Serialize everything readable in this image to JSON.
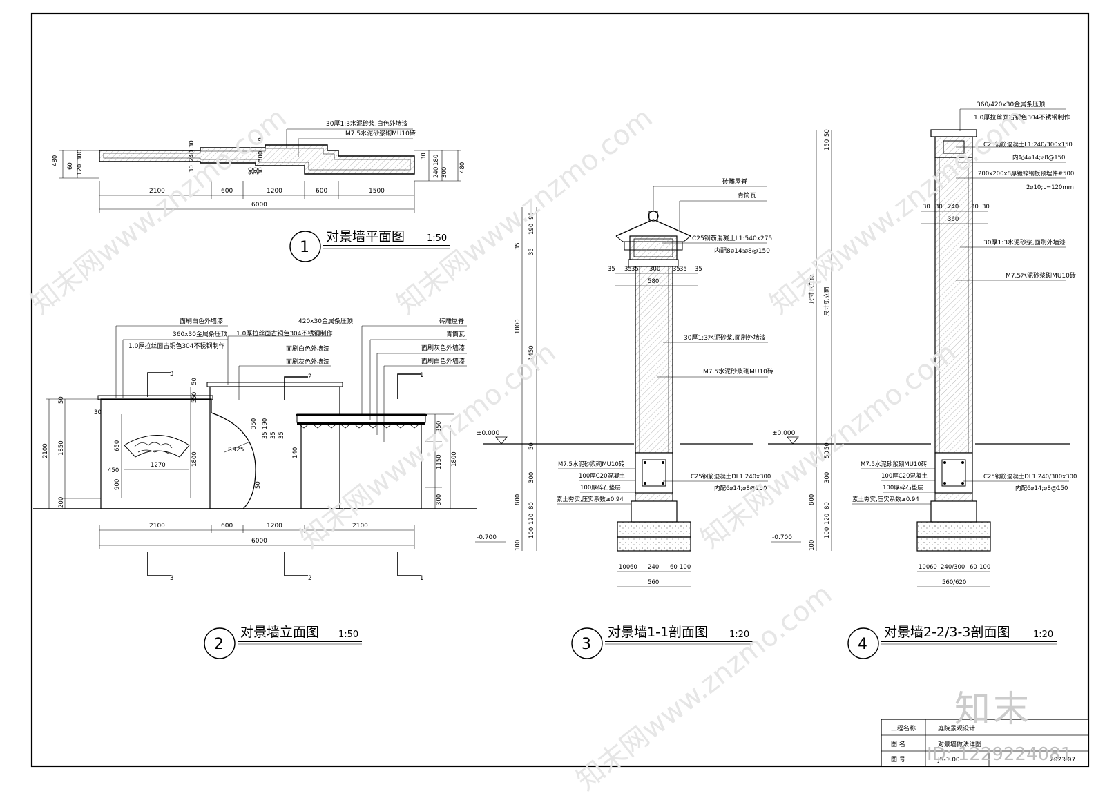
{
  "watermark": {
    "text": "知末网www.znzmo.com",
    "brand": "知末",
    "id": "ID: 1229224081"
  },
  "plan": {
    "num": "1",
    "title": "对景墙平面图",
    "scale": "1:50",
    "notes": [
      "30厚1:3水泥砂浆,白色外墙漆",
      "M7.5水泥砂浆砌MU10砖"
    ],
    "dims": [
      "2100",
      "600",
      "1200",
      "600",
      "1500",
      "6000"
    ],
    "small": [
      "480",
      "60",
      "300",
      "120",
      "30",
      "240",
      "30",
      "30",
      "300",
      "30",
      "30",
      "90",
      "180",
      "240",
      "300",
      "480",
      "30"
    ]
  },
  "elevation": {
    "num": "2",
    "title": "对景墙立面图",
    "scale": "1:50",
    "notes_left": [
      "面刷白色外墙漆",
      "360x30金属条压顶",
      "1.0厚拉丝面古铜色304不锈钢制作"
    ],
    "notes_mid": [
      "420x30金属条压顶",
      "1.0厚拉丝面古铜色304不锈钢制作",
      "面刷白色外墙漆",
      "面刷灰色外墙漆"
    ],
    "notes_right": [
      "砖雕屋脊",
      "青筒瓦",
      "面刷灰色外墙漆",
      "面刷白色外墙漆"
    ],
    "dims": [
      "2100",
      "600",
      "1200",
      "2100",
      "6000"
    ],
    "height_dims": [
      "2100",
      "1850",
      "200",
      "50",
      "650",
      "450",
      "900",
      "1270",
      "1800",
      "550",
      "50",
      "R925",
      "350",
      "190",
      "35",
      "35",
      "35",
      "140",
      "50",
      "350",
      "1150",
      "1800",
      "300",
      "30"
    ],
    "sections": [
      "3",
      "2",
      "1"
    ]
  },
  "section1": {
    "num": "3",
    "title": "对景墙1-1剖面图",
    "scale": "1:20",
    "notes_top": [
      "砖雕屋脊",
      "青筒瓦",
      "C25钢筋混凝土L1:540x275",
      "内配8⌀14;⌀8@150"
    ],
    "top_dims": [
      "35",
      "35",
      "35",
      "300",
      "35",
      "35",
      "35",
      "580"
    ],
    "notes_mid": [
      "30厚1:3水泥砂浆,面刷外墙漆",
      "M7.5水泥砂浆砌MU10砖"
    ],
    "left_dims": [
      "90",
      "190",
      "35",
      "35",
      "1800",
      "1450",
      "50",
      "300",
      "800",
      "80",
      "120",
      "100",
      "100"
    ],
    "levels": [
      "±0.000",
      "-0.700"
    ],
    "notes_left": [
      "M7.5水泥砂浆砌MU10砖",
      "100厚C20混凝土",
      "100厚碎石垫层",
      "素土夯实,压实系数≥0.94"
    ],
    "notes_right": [
      "C25钢筋混凝土DL1:240x300",
      "内配6⌀14;⌀8@150"
    ],
    "bottom_dims": [
      "100",
      "60",
      "240",
      "60",
      "100",
      "560"
    ]
  },
  "section2": {
    "num": "4",
    "title": "对景墙2-2/3-3剖面图",
    "scale": "1:20",
    "notes_top": [
      "360/420x30金属条压顶",
      "1.0厚拉丝面古铜色304不锈钢制作",
      "C25钢筋混凝土L1:240/300x150",
      "内配4⌀14;⌀8@150",
      "200x200x8厚镀锌钢板预埋件#500",
      "2⌀10;L=120mm"
    ],
    "top_dims": [
      "30",
      "30",
      "240",
      "30",
      "30",
      "360"
    ],
    "notes_mid": [
      "30厚1:3水泥砂浆,面刷外墙漆",
      "M7.5水泥砂浆砌MU10砖"
    ],
    "left_dims": [
      "50",
      "150",
      "尺寸见立面",
      "尺寸见立面",
      "50",
      "50",
      "300",
      "800",
      "80",
      "120",
      "100",
      "100"
    ],
    "levels": [
      "±0.000",
      "-0.700"
    ],
    "notes_left": [
      "M7.5水泥砂浆砌MU10砖",
      "100厚C20混凝土",
      "100厚碎石垫层",
      "素土夯实,压实系数≥0.94"
    ],
    "notes_right": [
      "C25钢筋混凝土DL1:240/300x300",
      "内配6⌀14;⌀8@150"
    ],
    "bottom_dims": [
      "100",
      "60",
      "240/300",
      "60",
      "100",
      "560/620"
    ]
  },
  "titleblock": {
    "rows": [
      {
        "label": "工程名称",
        "value": "庭院景观设计"
      },
      {
        "label": "图 名",
        "value": "对景墙做法详图"
      },
      {
        "label": "图 号",
        "value": "JS-1.00"
      }
    ],
    "date": "2023.07"
  }
}
